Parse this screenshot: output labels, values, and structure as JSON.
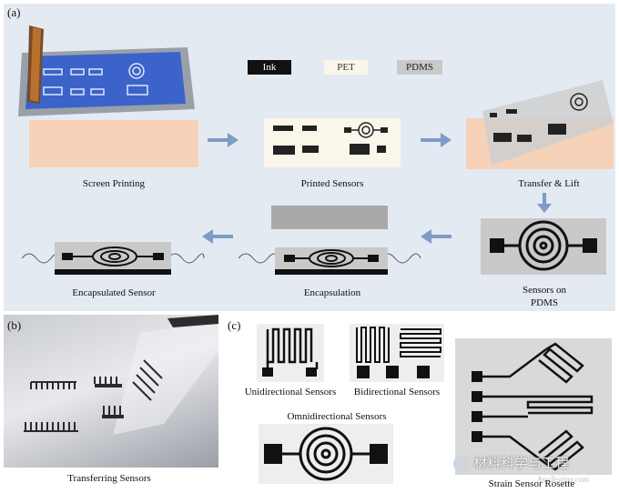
{
  "panel_labels": {
    "a": "(a)",
    "b": "(b)",
    "c": "(c)"
  },
  "legend": {
    "ink": "Ink",
    "pet": "PET",
    "pdms": "PDMS"
  },
  "steps": {
    "screen_printing": "Screen Printing",
    "printed_sensors": "Printed Sensors",
    "transfer_lift": "Transfer & Lift",
    "sensors_on_pdms_line1": "Sensors on",
    "sensors_on_pdms_line2": "PDMS",
    "encapsulation": "Encapsulation",
    "encapsulated_sensor": "Encapsulated Sensor"
  },
  "panel_b": {
    "caption": "Transferring Sensors"
  },
  "panel_c": {
    "unidirectional": "Unidirectional Sensors",
    "bidirectional": "Bidirectional Sensors",
    "omnidirectional": "Omnidirectional Sensors",
    "rosette": "Strain Sensor Rosette"
  },
  "watermark": {
    "text": "材料科学与工程",
    "site": "AnyTesting.com"
  },
  "colors": {
    "panel_bg": "#e4eaf2",
    "pet": "#fbf6ea",
    "pdms": "#c9c9c9",
    "ink": "#111111",
    "arrow": "#7f9bc7",
    "substrate": "#f6d2b8",
    "screen_blue": "#3b63c9"
  }
}
